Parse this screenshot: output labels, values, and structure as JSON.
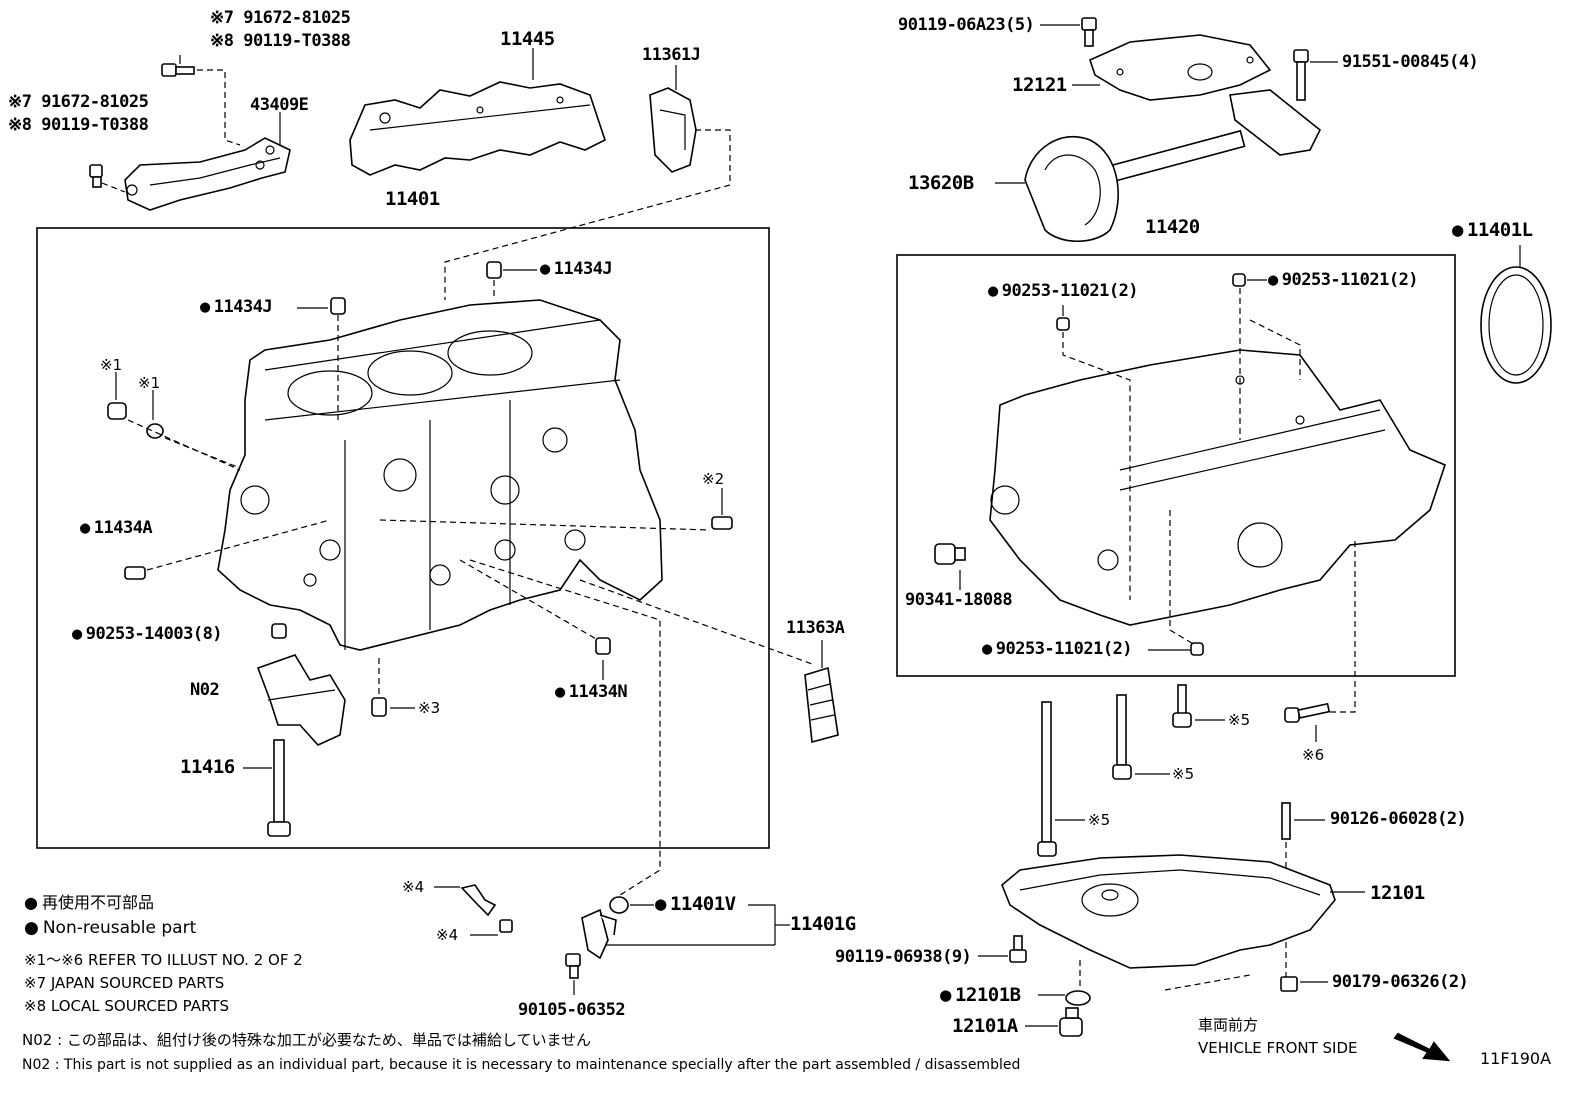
{
  "diagram_id": "11F190A",
  "labels": {
    "p11445": "11445",
    "p11361J": "11361J",
    "p43409E": "43409E",
    "top_bolt_a_7": "※7 91672-81025",
    "top_bolt_a_8": "※8 90119-T0388",
    "top_bolt_b_7": "※7 91672-81025",
    "top_bolt_b_8": "※8 90119-T0388",
    "p11401": "11401",
    "p11434J_a": "11434J",
    "p11434J_b": "11434J",
    "ref1_a": "※1",
    "ref1_b": "※1",
    "ref2": "※2",
    "ref3": "※3",
    "p11434A": "11434A",
    "p90253_14003": "90253-14003(8)",
    "pN02": "N02",
    "p11434N": "11434N",
    "p11363A": "11363A",
    "p11416": "11416",
    "ref4_a": "※4",
    "ref4_b": "※4",
    "p11401V": "11401V",
    "p11401G": "11401G",
    "p90105_06352": "90105-06352",
    "p90119_06A23": "90119-06A23(5)",
    "p12121": "12121",
    "p91551_00845": "91551-00845(4)",
    "p13620B": "13620B",
    "p11420": "11420",
    "p11401L": "11401L",
    "p90253_11021_a": "90253-11021(2)",
    "p90253_11021_b": "90253-11021(2)",
    "p90253_11021_c": "90253-11021(2)",
    "p90341_18088": "90341-18088",
    "ref5_a": "※5",
    "ref5_b": "※5",
    "ref5_c": "※5",
    "ref6": "※6",
    "p90126_06028": "90126-06028(2)",
    "p12101": "12101",
    "p90119_06938": "90119-06938(9)",
    "p12101B": "12101B",
    "p90179_06326": "90179-06326(2)",
    "p12101A": "12101A"
  },
  "legend": {
    "non_reusable_jp": "再使用不可部品",
    "non_reusable_en": "Non-reusable part",
    "refer": "※1～※6  REFER TO ILLUST NO. 2 OF 2",
    "japan": "※7 JAPAN SOURCED PARTS",
    "local": "※8 LOCAL SOURCED PARTS",
    "n02_jp": "N02 : この部品は、組付け後の特殊な加工が必要なため、単品では補給していません",
    "n02_en": "N02 : This part is not supplied as an individual part, because it is necessary to maintenance specially after the part assembled / disassembled"
  },
  "vehicle_front": {
    "jp": "車両前方",
    "en": "VEHICLE FRONT SIDE"
  }
}
